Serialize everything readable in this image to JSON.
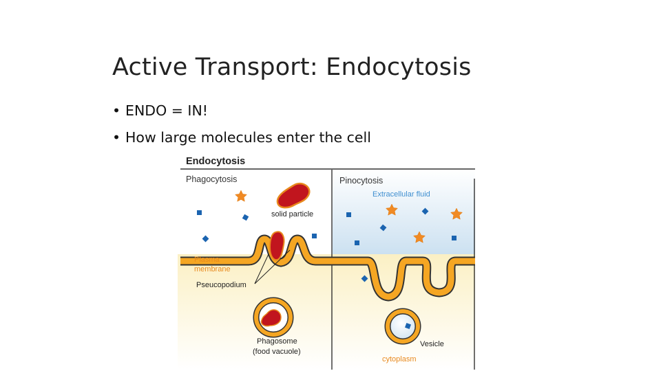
{
  "slide": {
    "title": "Active Transport: Endocytosis",
    "bullets": [
      {
        "marker": "•",
        "text": "ENDO = IN!"
      },
      {
        "marker": "•",
        "text": "How large molecules enter the cell"
      }
    ]
  },
  "figure": {
    "title": "Endocytosis",
    "panels": {
      "left": "Phagocytosis",
      "right": "Pinocytosis"
    },
    "labels": {
      "extracellular_fluid": "Extracellular fluid",
      "solid_particle": "solid particle",
      "plasma_membrane_1": "Plasma",
      "plasma_membrane_2": "membrane",
      "pseudopodium": "Pseucopodium",
      "phagosome_1": "Phagosome",
      "phagosome_2": "(food vacuole)",
      "vesicle": "Vesicle",
      "cytoplasm": "cytoplasm"
    },
    "colors": {
      "membrane": "#f5a623",
      "membrane_outline": "#333333",
      "particle": "#c1151e",
      "particle_outline": "#d9821f",
      "molecule_square": "#1b64b0",
      "molecule_star": "#f08a24",
      "extracellular": "#cfe3f1",
      "cytoplasm": "#fdf3c9",
      "label_orange": "#e8891e",
      "label_blue": "#3f8fd0"
    },
    "icons": [
      "star-icon",
      "square-molecule-icon",
      "diamond-molecule-icon"
    ]
  }
}
